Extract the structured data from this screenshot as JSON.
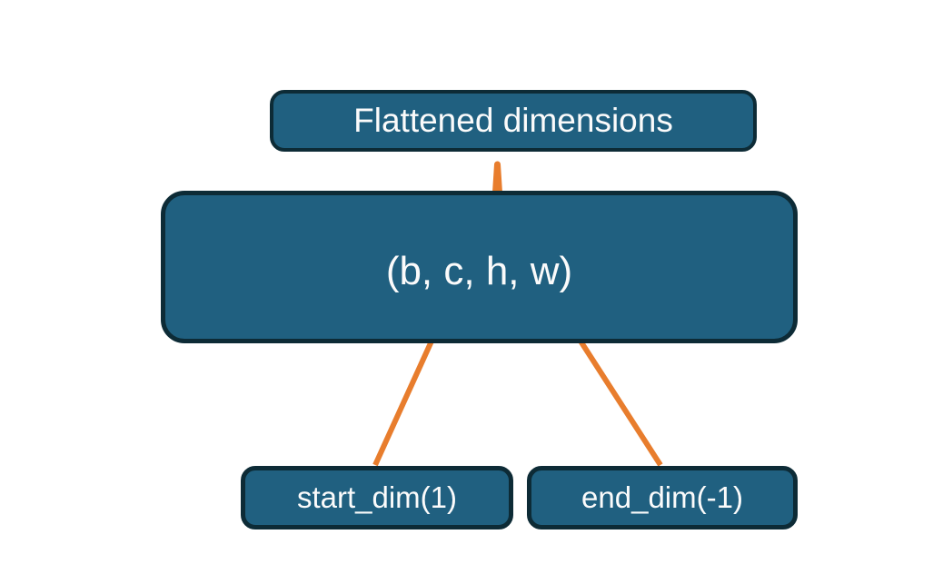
{
  "diagram": {
    "type": "flatten-dimensions-annotation",
    "title_box": {
      "label": "Flattened dimensions"
    },
    "tensor_box": {
      "label": "(b, c, h, w)"
    },
    "param_boxes": {
      "start": {
        "label": "start_dim(1)"
      },
      "end": {
        "label": "end_dim(-1)"
      }
    },
    "annotations": {
      "brace": {
        "from": "Flattened dimensions",
        "spans": "c, h, w"
      },
      "arrows": [
        {
          "from": "start_dim(1)",
          "points_to": "c"
        },
        {
          "from": "end_dim(-1)",
          "points_to": "w"
        }
      ]
    }
  },
  "colors": {
    "background": "#ffffff",
    "box_fill": "#206080",
    "box_border": "#0d2b36",
    "accent_orange": "#e87d2d",
    "text": "#fbfbfb"
  }
}
